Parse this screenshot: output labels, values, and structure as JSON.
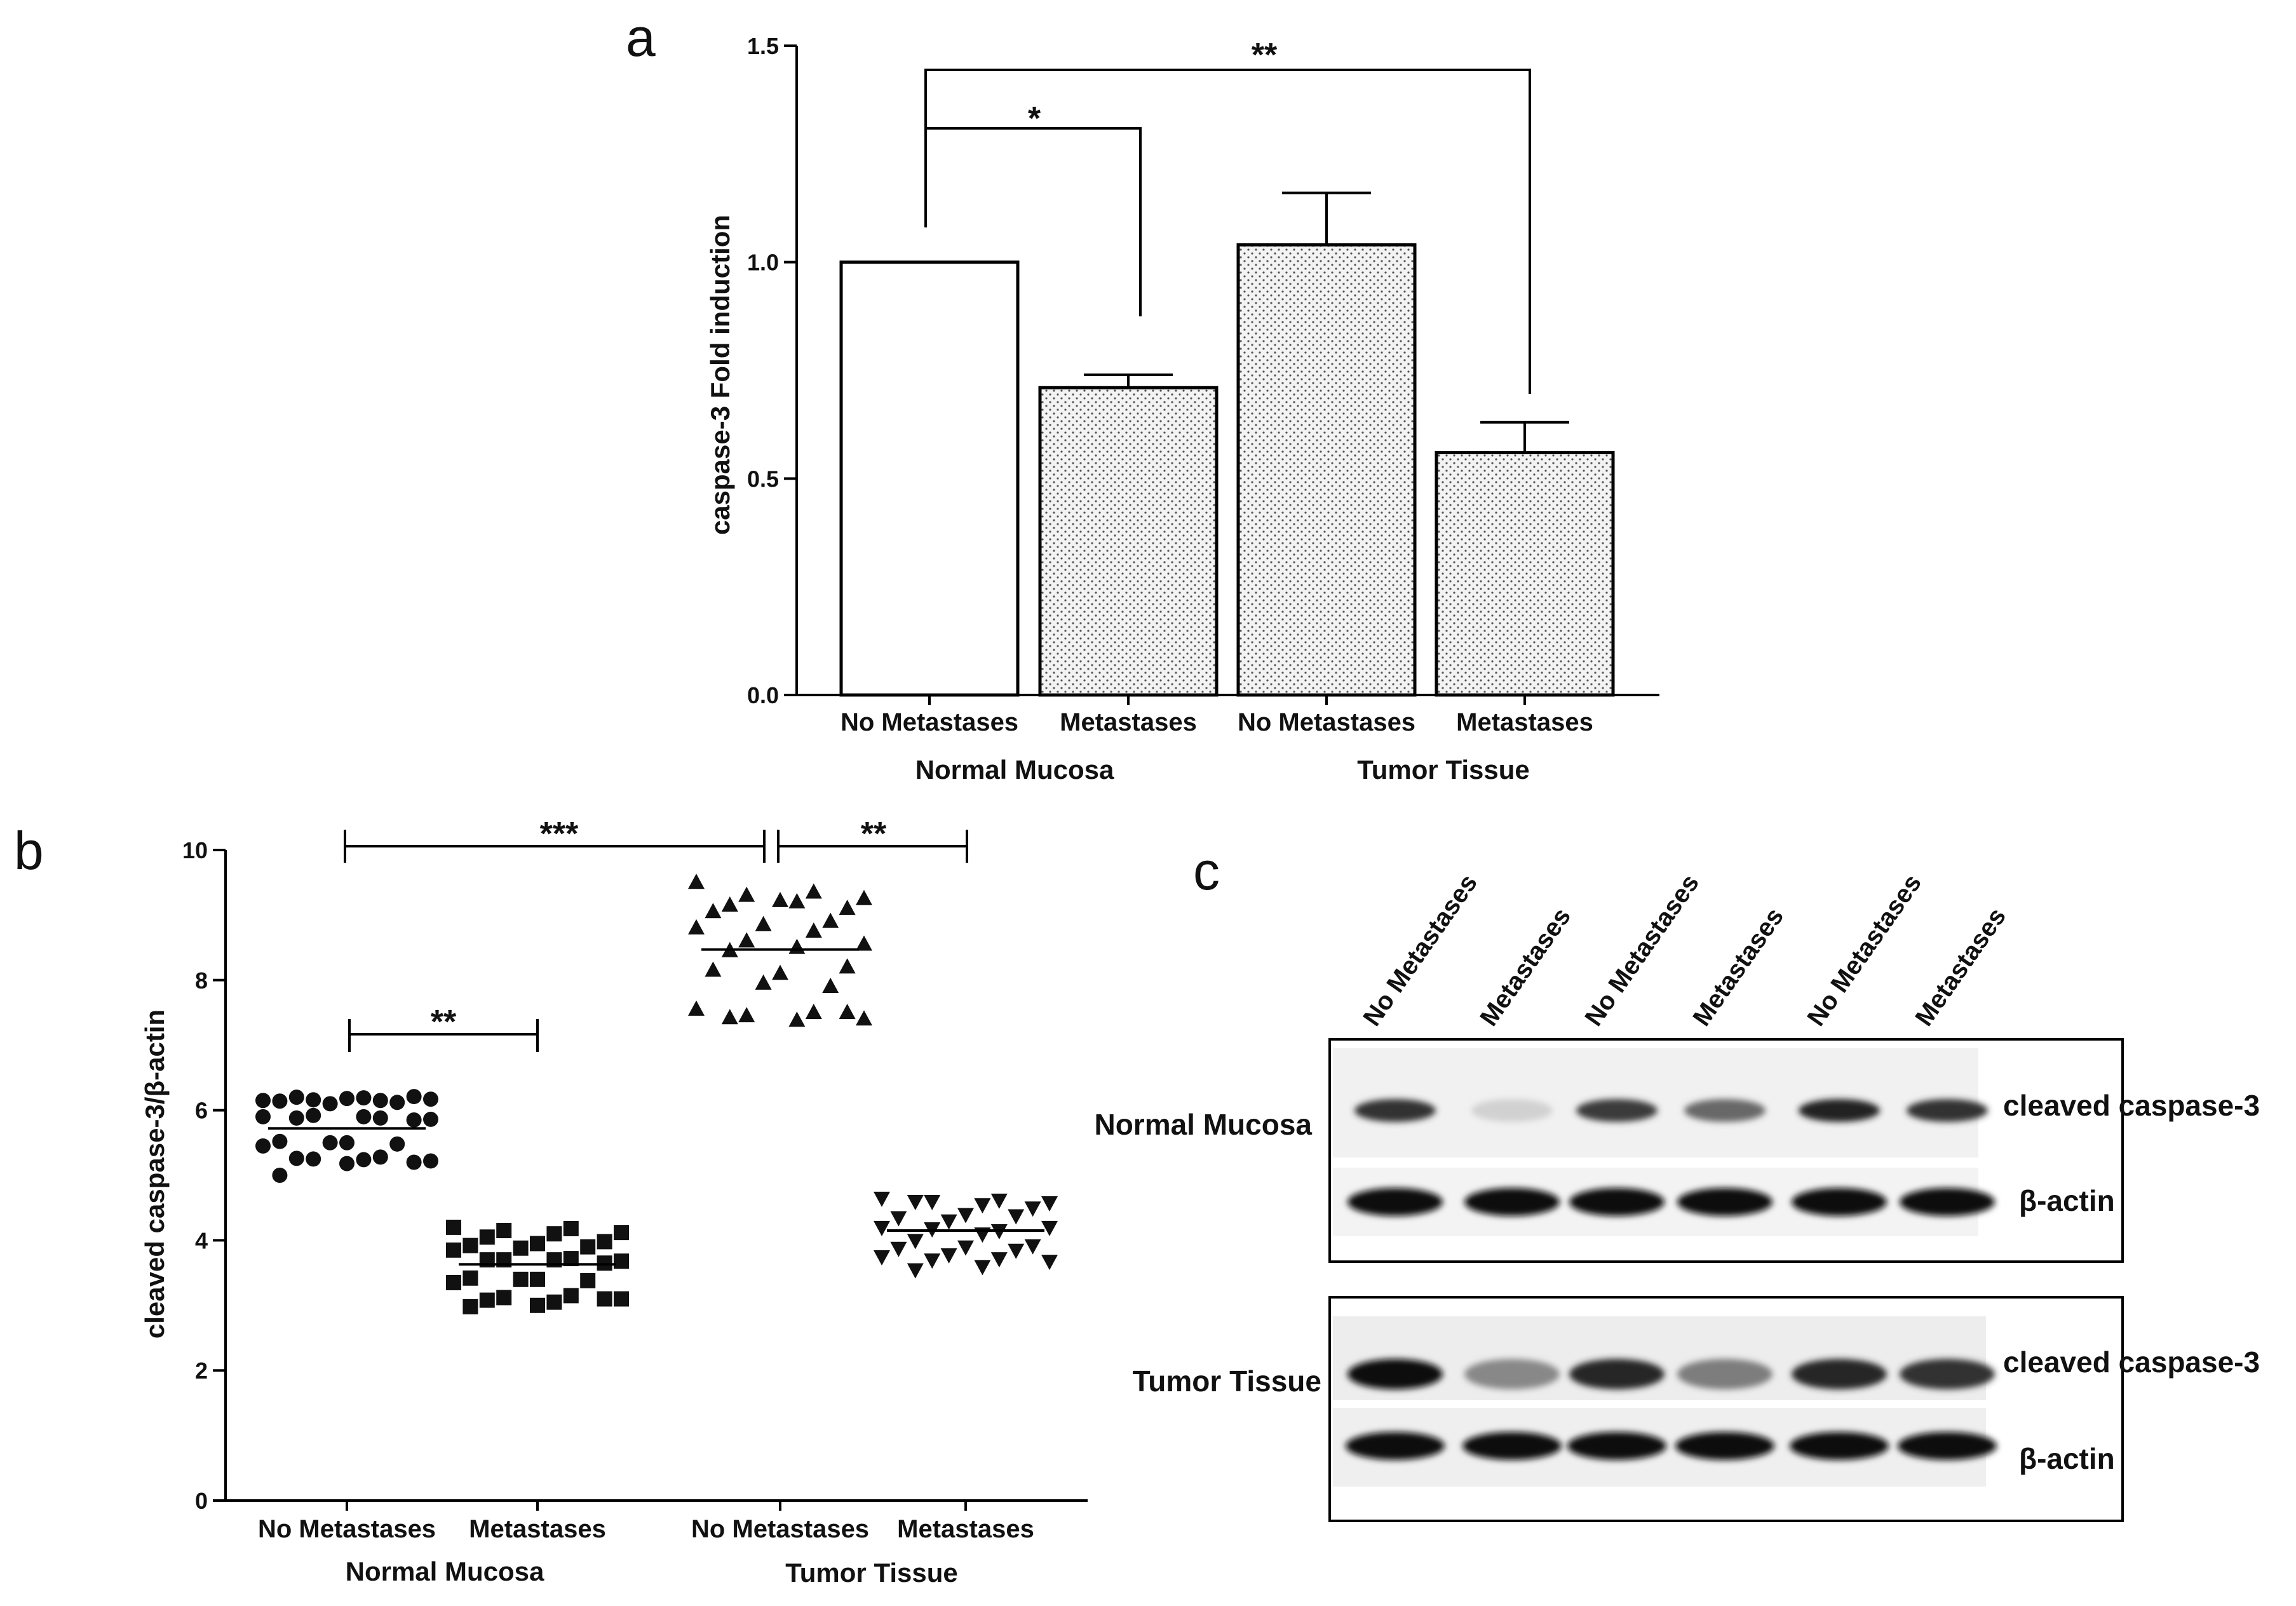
{
  "panel_a": {
    "label": "a",
    "ylabel": "caspase-3 Fold induction",
    "group_labels": [
      "Normal Mucosa",
      "Tumor Tissue"
    ],
    "sig_labels": [
      "*",
      "**"
    ]
  },
  "panel_b": {
    "label": "b",
    "ylabel": "cleaved caspase-3/β-actin",
    "group_labels": [
      "Normal Mucosa",
      "Tumor Tissue"
    ],
    "sig_labels": [
      "***",
      "**",
      "**"
    ]
  },
  "panel_c": {
    "label": "c",
    "lane_labels": [
      "No Metastases",
      "Metastases",
      "No Metastases",
      "Metastases",
      "No Metastases",
      "Metastases"
    ],
    "row_labels": [
      "Normal Mucosa",
      "Tumor Tissue"
    ],
    "band_labels": [
      "cleaved caspase-3",
      "β-actin"
    ],
    "band_intensity": {
      "normal_mucosa_cleaved_caspase3": [
        0.85,
        0.12,
        0.8,
        0.6,
        0.92,
        0.85
      ],
      "normal_mucosa_beta_actin": [
        1,
        1,
        1,
        1,
        1,
        1
      ],
      "tumor_tissue_cleaved_caspase3": [
        1,
        0.45,
        0.9,
        0.5,
        0.9,
        0.85
      ],
      "tumor_tissue_beta_actin": [
        1,
        1,
        1,
        1,
        1,
        1
      ]
    }
  },
  "chart_data": [
    {
      "type": "bar",
      "categories": [
        "No Metastases",
        "Metastases",
        "No Metastases",
        "Metastases"
      ],
      "groups": [
        "Normal Mucosa",
        "Normal Mucosa",
        "Tumor Tissue",
        "Tumor Tissue"
      ],
      "values": [
        1.0,
        0.71,
        1.04,
        0.56
      ],
      "error": [
        0,
        0.03,
        0.12,
        0.07
      ],
      "fills": [
        "plain",
        "dotted",
        "dotted",
        "dotted"
      ],
      "ylabel": "caspase-3 Fold induction",
      "ylim": [
        0,
        1.5
      ],
      "yticks": [
        "0.0",
        "0.5",
        "1.0",
        "1.5"
      ],
      "grid": false,
      "significance": [
        {
          "from": 0,
          "to": 1,
          "label": "*"
        },
        {
          "from": 0,
          "to": 3,
          "label": "**"
        }
      ]
    },
    {
      "type": "scatter",
      "categories": [
        "No Metastases",
        "Metastases",
        "No Metastases",
        "Metastases"
      ],
      "groups": [
        "Normal Mucosa",
        "Normal Mucosa",
        "Tumor Tissue",
        "Tumor Tissue"
      ],
      "markers": [
        "circle",
        "square",
        "triangle-up",
        "triangle-down"
      ],
      "means": [
        5.72,
        3.63,
        8.47,
        4.15
      ],
      "ylabel": "cleaved caspase-3/β-actin",
      "ylim": [
        0,
        10
      ],
      "yticks": [
        "0",
        "2",
        "4",
        "6",
        "8",
        "10"
      ],
      "grid": false,
      "series": [
        {
          "values": [
            6.15,
            6.15,
            6.16,
            6.17,
            6.19,
            6.2,
            6.21,
            6.18,
            6.14,
            6.12,
            6.1,
            5.9,
            5.88,
            5.92,
            5.86,
            5.9,
            5.88,
            5.85,
            5.5,
            5.52,
            5.48,
            5.5,
            5.45,
            5.28,
            5.25,
            5.22,
            5.24,
            5.26,
            5.2,
            5.18,
            5.0
          ]
        },
        {
          "values": [
            4.2,
            4.18,
            4.15,
            4.12,
            4.1,
            4.05,
            3.98,
            3.95,
            3.92,
            3.9,
            3.88,
            3.85,
            3.72,
            3.7,
            3.68,
            3.7,
            3.7,
            3.65,
            3.4,
            3.42,
            3.38,
            3.4,
            3.35,
            3.15,
            3.12,
            3.1,
            3.05,
            3.08,
            3.1,
            3.0,
            2.98
          ]
        },
        {
          "values": [
            9.5,
            9.35,
            9.3,
            9.25,
            9.2,
            9.15,
            9.1,
            9.22,
            9.05,
            8.9,
            8.85,
            8.8,
            8.75,
            8.6,
            8.55,
            8.5,
            8.45,
            8.2,
            8.1,
            8.15,
            7.9,
            7.95,
            7.55,
            7.5,
            7.45,
            7.4,
            7.38,
            7.42,
            7.5
          ]
        },
        {
          "values": [
            4.65,
            4.62,
            4.6,
            4.58,
            4.55,
            4.6,
            4.5,
            4.4,
            4.35,
            4.38,
            4.3,
            4.2,
            4.15,
            4.18,
            4.2,
            4.1,
            4.0,
            3.92,
            3.9,
            3.88,
            3.85,
            3.78,
            3.75,
            3.72,
            3.7,
            3.68,
            3.6,
            3.55
          ]
        }
      ],
      "significance": [
        {
          "from": 0,
          "to": 1,
          "label": "**"
        },
        {
          "from": 0,
          "to": 2,
          "label": "***"
        },
        {
          "from": 2,
          "to": 3,
          "label": "**"
        }
      ]
    }
  ]
}
